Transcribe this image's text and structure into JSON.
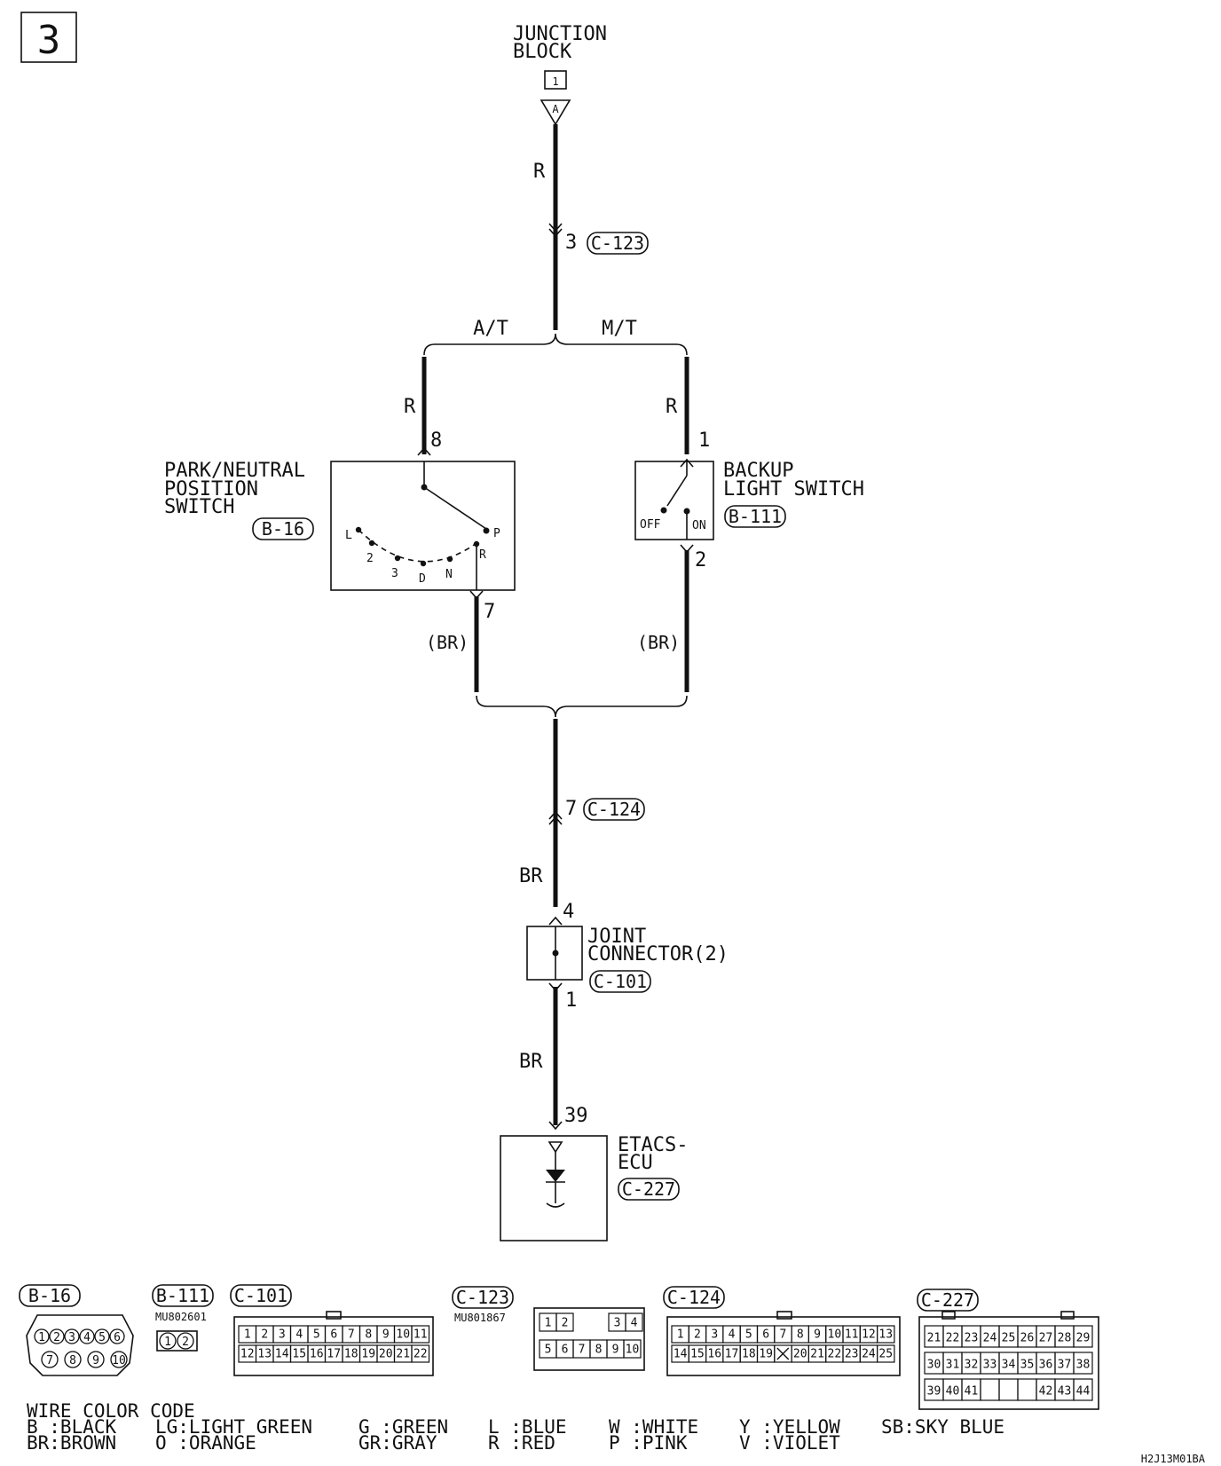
{
  "page_number": "3",
  "junction_block": {
    "line1": "JUNCTION",
    "line2": "BLOCK",
    "box": "1",
    "terminal": "A"
  },
  "wires": {
    "top": "R",
    "at_branch": "R",
    "mt_branch": "R",
    "pnp_out": "(BR)",
    "backup_out": "(BR)",
    "mid": "BR",
    "lower": "BR"
  },
  "connectors_inline": {
    "c123": {
      "pin": "3",
      "id": "C-123"
    },
    "c124": {
      "pin": "7",
      "id": "C-124"
    }
  },
  "branch": {
    "left": "A/T",
    "right": "M/T"
  },
  "park_neutral_switch": {
    "line1": "PARK/NEUTRAL",
    "line2": "POSITION",
    "line3": "SWITCH",
    "connector": "B-16",
    "pin_in": "8",
    "pin_out": "7",
    "positions": [
      "L",
      "2",
      "3",
      "D",
      "N",
      "R",
      "P"
    ]
  },
  "backup_light_switch": {
    "line1": "BACKUP",
    "line2": "LIGHT SWITCH",
    "connector": "B-111",
    "pin_in": "1",
    "pin_out": "2",
    "off": "OFF",
    "on": "ON"
  },
  "joint_connector": {
    "line1": "JOINT",
    "line2": "CONNECTOR(2)",
    "connector": "C-101",
    "pin_in": "4",
    "pin_out": "1"
  },
  "etacs": {
    "line1": "ETACS-",
    "line2": "ECU",
    "connector": "C-227",
    "pin": "39"
  },
  "connector_views": {
    "b16": {
      "label": "B-16",
      "row1": [
        "1",
        "2",
        "3",
        "4",
        "5",
        "6"
      ],
      "row2": [
        "7",
        "8",
        "9",
        "10"
      ]
    },
    "b111": {
      "label": "B-111",
      "part": "MU802601",
      "pins": [
        "1",
        "2"
      ]
    },
    "c101": {
      "label": "C-101",
      "row1": [
        "1",
        "2",
        "3",
        "4",
        "5",
        "6",
        "7",
        "8",
        "9",
        "10",
        "11"
      ],
      "row2": [
        "12",
        "13",
        "14",
        "15",
        "16",
        "17",
        "18",
        "19",
        "20",
        "21",
        "22"
      ]
    },
    "c123": {
      "label": "C-123",
      "part": "MU801867",
      "row1": [
        "1",
        "2",
        "",
        "3",
        "4"
      ],
      "row2": [
        "5",
        "6",
        "7",
        "8",
        "9",
        "10"
      ]
    },
    "c124": {
      "label": "C-124",
      "row1": [
        "1",
        "2",
        "3",
        "4",
        "5",
        "6",
        "7",
        "8",
        "9",
        "10",
        "11",
        "12",
        "13"
      ],
      "row2": [
        "14",
        "15",
        "16",
        "17",
        "18",
        "19",
        "",
        "20",
        "21",
        "22",
        "23",
        "24",
        "25"
      ]
    },
    "c227": {
      "label": "C-227",
      "row1": [
        "21",
        "22",
        "23",
        "24",
        "25",
        "26",
        "27",
        "28",
        "29"
      ],
      "row2": [
        "30",
        "31",
        "32",
        "33",
        "34",
        "35",
        "36",
        "37",
        "38"
      ],
      "row3": [
        "39",
        "40",
        "41",
        "",
        "",
        "",
        "42",
        "43",
        "44"
      ]
    }
  },
  "wire_color_code": {
    "title": "WIRE COLOR CODE",
    "row1": [
      "B :BLACK",
      "LG:LIGHT GREEN",
      "G :GREEN",
      "L :BLUE",
      "W :WHITE",
      "Y :YELLOW",
      "SB:SKY BLUE"
    ],
    "row2": [
      "BR:BROWN",
      "O :ORANGE",
      "GR:GRAY",
      "R :RED",
      "P :PINK",
      "V :VIOLET"
    ]
  },
  "drawing_code": "H2J13M01BA"
}
